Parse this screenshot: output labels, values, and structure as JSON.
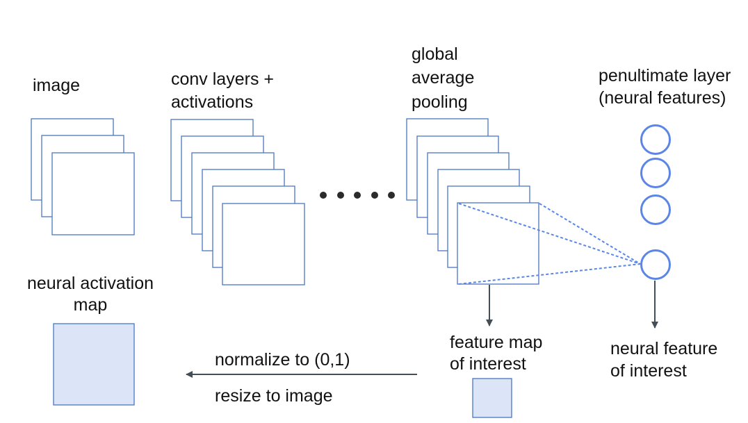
{
  "labels": {
    "image": "image",
    "conv_line1": "conv layers +",
    "conv_line2": "activations",
    "gap_line1": "global",
    "gap_line2": "average",
    "gap_line3": "pooling",
    "penult_line1": "penultimate layer",
    "penult_line2": "(neural features)",
    "nam_line1": "neural activation",
    "nam_line2": "map",
    "fmap_line1": "feature map",
    "fmap_line2": "of interest",
    "nfeat_line1": "neural feature",
    "nfeat_line2": "of interest",
    "normalize": "normalize to (0,1)",
    "resize": "resize to image"
  },
  "colors": {
    "stroke_blue": "#4a76c2",
    "fill_light_blue": "#dbe5f7",
    "neuron_blue": "#5b86e5",
    "arrow_gray": "#444e57",
    "dots": "#2b2b2b"
  },
  "counts": {
    "image_layers": 3,
    "conv_layers": 6,
    "gap_layers": 6,
    "neurons_shown": 4,
    "ellipsis_dots": 5
  }
}
